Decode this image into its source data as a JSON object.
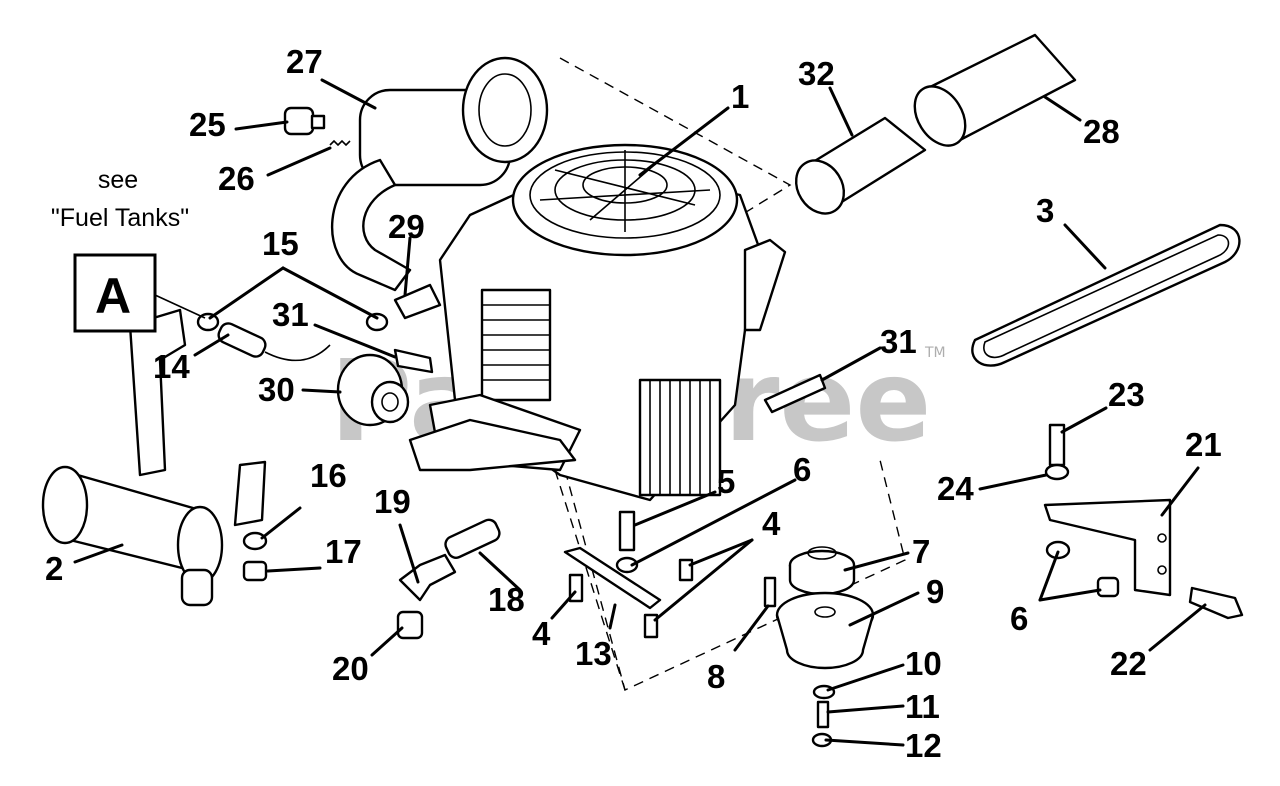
{
  "watermark": {
    "text": "PartsTree",
    "tm": "TM"
  },
  "reference": {
    "note_line1": "see",
    "note_line2": "\"Fuel Tanks\"",
    "letter": "A"
  },
  "callouts": {
    "c1": "1",
    "c2": "2",
    "c3": "3",
    "c4a": "4",
    "c4b": "4",
    "c5": "5",
    "c6a": "6",
    "c6b": "6",
    "c7": "7",
    "c8": "8",
    "c9": "9",
    "c10": "10",
    "c11": "11",
    "c12": "12",
    "c13": "13",
    "c14": "14",
    "c15": "15",
    "c16": "16",
    "c17": "17",
    "c18": "18",
    "c19": "19",
    "c20": "20",
    "c21": "21",
    "c22": "22",
    "c23": "23",
    "c24": "24",
    "c25": "25",
    "c26": "26",
    "c27": "27",
    "c28": "28",
    "c29": "29",
    "c30": "30",
    "c31a": "31",
    "c31b": "31",
    "c32": "32"
  }
}
